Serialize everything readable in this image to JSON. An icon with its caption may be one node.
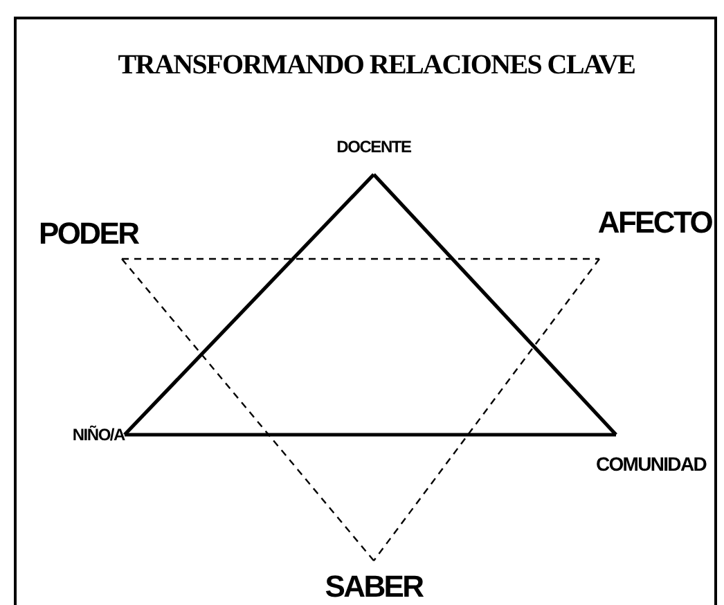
{
  "diagram": {
    "title": "TRANSFORMANDO RELACIONES CLAVE",
    "nodes": [
      {
        "text": [
          "DOCENTE"
        ]
      },
      {
        "text": [
          "NIÑO/A"
        ]
      },
      {
        "text": [
          "COMUNIDAD"
        ]
      },
      {
        "text": [
          "PODER"
        ]
      },
      {
        "text": [
          "AFECTO"
        ]
      },
      {
        "text": [
          "SABER"
        ]
      }
    ],
    "edges": [
      {
        "from": 0,
        "to": 1,
        "arrow": "none"
      },
      {
        "from": 0,
        "to": 2,
        "arrow": "none"
      },
      {
        "from": 1,
        "to": 2,
        "arrow": "none"
      },
      {
        "from": 3,
        "to": 4,
        "arrow": "none",
        "style": "dashed"
      },
      {
        "from": 3,
        "to": 5,
        "arrow": "none",
        "style": "dashed"
      },
      {
        "from": 4,
        "to": 5,
        "arrow": "none",
        "style": "dashed"
      }
    ]
  }
}
